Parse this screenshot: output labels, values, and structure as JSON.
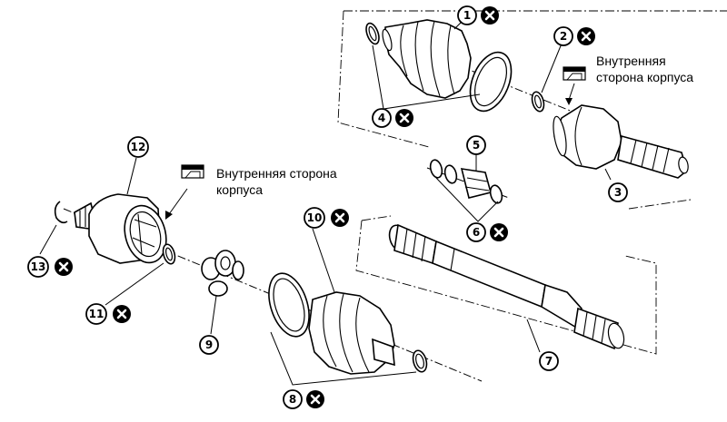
{
  "callouts": [
    {
      "id": "c1",
      "number": "1",
      "replace": true
    },
    {
      "id": "c2",
      "number": "2",
      "replace": true
    },
    {
      "id": "c3",
      "number": "3",
      "replace": false
    },
    {
      "id": "c4",
      "number": "4",
      "replace": true
    },
    {
      "id": "c5",
      "number": "5",
      "replace": false
    },
    {
      "id": "c6",
      "number": "6",
      "replace": true
    },
    {
      "id": "c7",
      "number": "7",
      "replace": false
    },
    {
      "id": "c8",
      "number": "8",
      "replace": true
    },
    {
      "id": "c9",
      "number": "9",
      "replace": false
    },
    {
      "id": "c10",
      "number": "10",
      "replace": true
    },
    {
      "id": "c11",
      "number": "11",
      "replace": true
    },
    {
      "id": "c12",
      "number": "12",
      "replace": false
    },
    {
      "id": "c13",
      "number": "13",
      "replace": true
    }
  ],
  "labels": {
    "outer_housing": {
      "line1": "Внутренняя",
      "line2": "сторона корпуса"
    },
    "inner_housing": {
      "line1": "Внутренняя сторона",
      "line2": "корпуса"
    }
  },
  "icons": {
    "replace_mark": "x-circle-icon",
    "housing_side_mark": "housing-side-icon"
  }
}
